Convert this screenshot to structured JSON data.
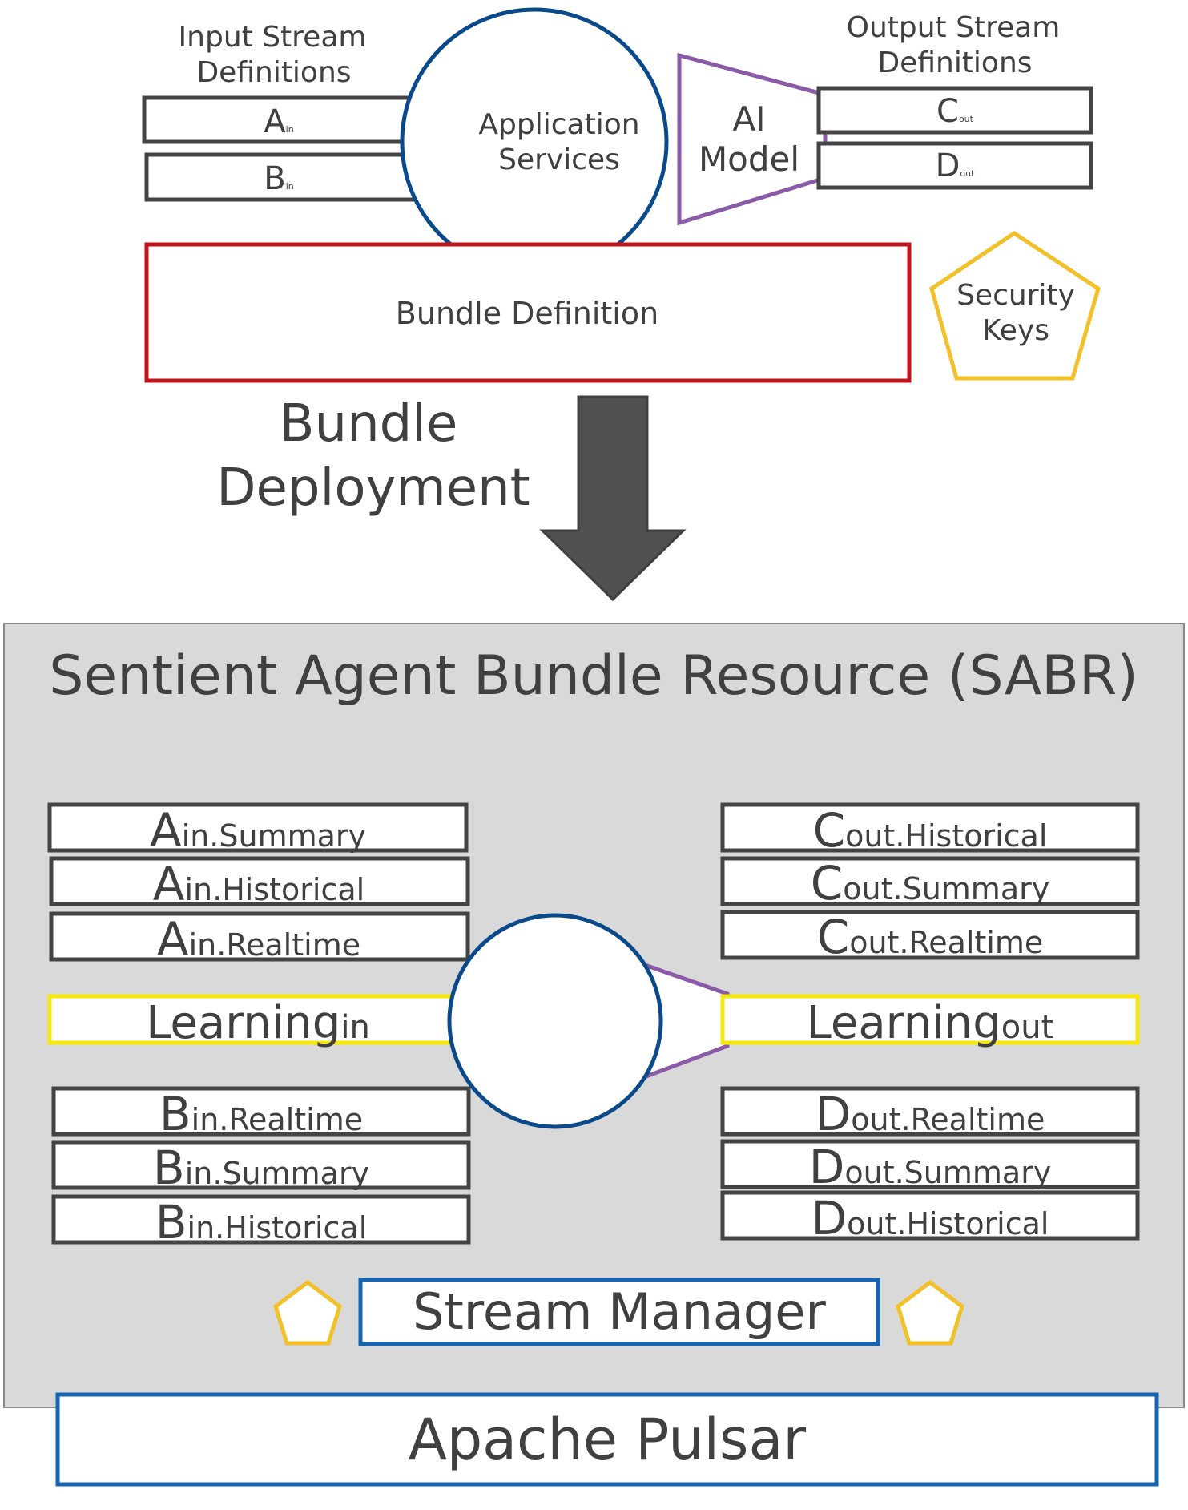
{
  "top": {
    "input_label": [
      "Input Stream",
      "Definitions"
    ],
    "output_label": [
      "Output Stream",
      "Definitions"
    ],
    "inputs": [
      {
        "main": "A",
        "sub": "in"
      },
      {
        "main": "B",
        "sub": "in"
      }
    ],
    "outputs": [
      {
        "main": "C",
        "sub": "out"
      },
      {
        "main": "D",
        "sub": "out"
      }
    ],
    "application_services": [
      "Application",
      "Services"
    ],
    "ai_model": [
      "AI",
      "Model"
    ],
    "bundle_definition": "Bundle Definition",
    "security_keys": [
      "Security",
      "Keys"
    ],
    "bundle_deployment": [
      "Bundle",
      "Deployment"
    ]
  },
  "sabr": {
    "title": "Sentient Agent Bundle Resource (SABR)",
    "a_streams": [
      {
        "main": "A",
        "sub": "in.Summary"
      },
      {
        "main": "A",
        "sub": "in.Historical"
      },
      {
        "main": "A",
        "sub": "in.Realtime"
      }
    ],
    "c_streams": [
      {
        "main": "C",
        "sub": "out.Historical"
      },
      {
        "main": "C",
        "sub": "out.Summary"
      },
      {
        "main": "C",
        "sub": "out.Realtime"
      }
    ],
    "learning_in": {
      "main": "Learning",
      "sub": "in"
    },
    "learning_out": {
      "main": "Learning",
      "sub": "out"
    },
    "b_streams": [
      {
        "main": "B",
        "sub": "in.Realtime"
      },
      {
        "main": "B",
        "sub": "in.Summary"
      },
      {
        "main": "B",
        "sub": "in.Historical"
      }
    ],
    "d_streams": [
      {
        "main": "D",
        "sub": "out.Realtime"
      },
      {
        "main": "D",
        "sub": "out.Summary"
      },
      {
        "main": "D",
        "sub": "out.Historical"
      }
    ],
    "stream_manager": "Stream Manager"
  },
  "apache_pulsar": "Apache Pulsar",
  "colors": {
    "stream_box": "#444444",
    "service_circle": "#0b4a8a",
    "ai_model": "#8a5aa8",
    "bundle_box": "#c0141b",
    "security_keys": "#f2c029",
    "learning_box": "#f5e80c",
    "stream_manager": "#1565b5",
    "sabr_background": "#d9d9d9",
    "arrow": "#505050"
  }
}
